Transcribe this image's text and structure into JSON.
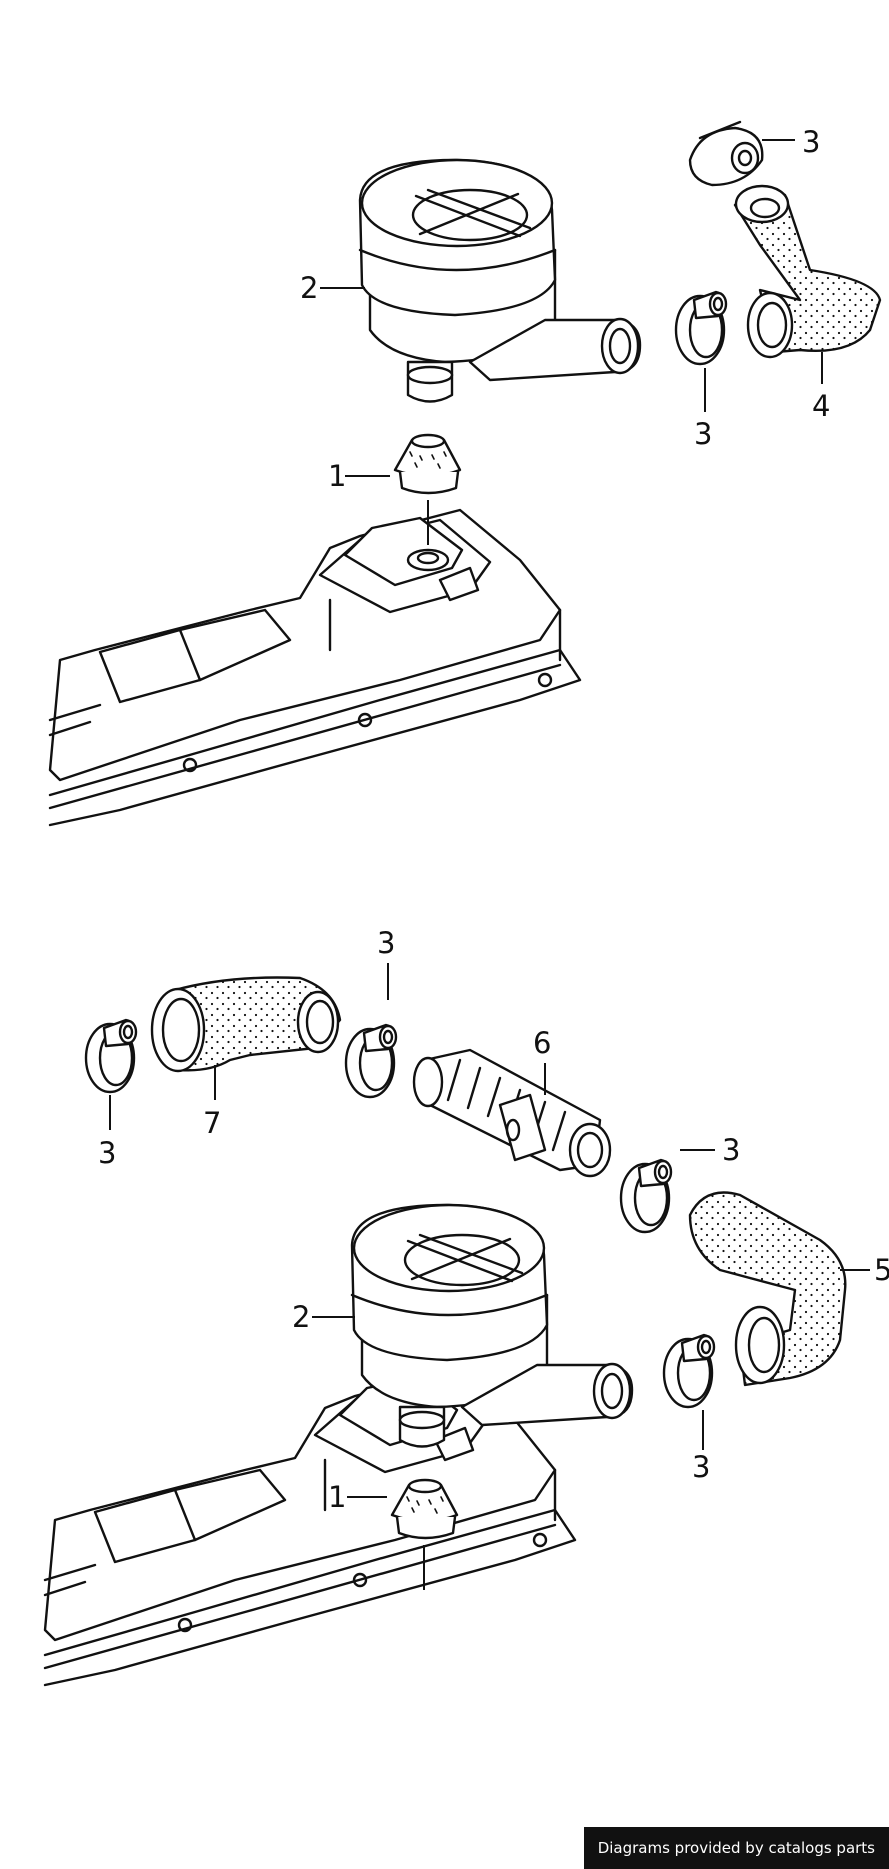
{
  "callouts": {
    "top": [
      {
        "label": "1"
      },
      {
        "label": "2"
      },
      {
        "label": "3"
      },
      {
        "label": "3"
      },
      {
        "label": "4"
      }
    ],
    "bottom": [
      {
        "label": "3"
      },
      {
        "label": "7"
      },
      {
        "label": "3"
      },
      {
        "label": "6"
      },
      {
        "label": "3"
      },
      {
        "label": "5"
      },
      {
        "label": "2"
      },
      {
        "label": "3"
      },
      {
        "label": "1"
      }
    ]
  },
  "footer": {
    "credit": "Diagrams provided by catalogs parts"
  }
}
